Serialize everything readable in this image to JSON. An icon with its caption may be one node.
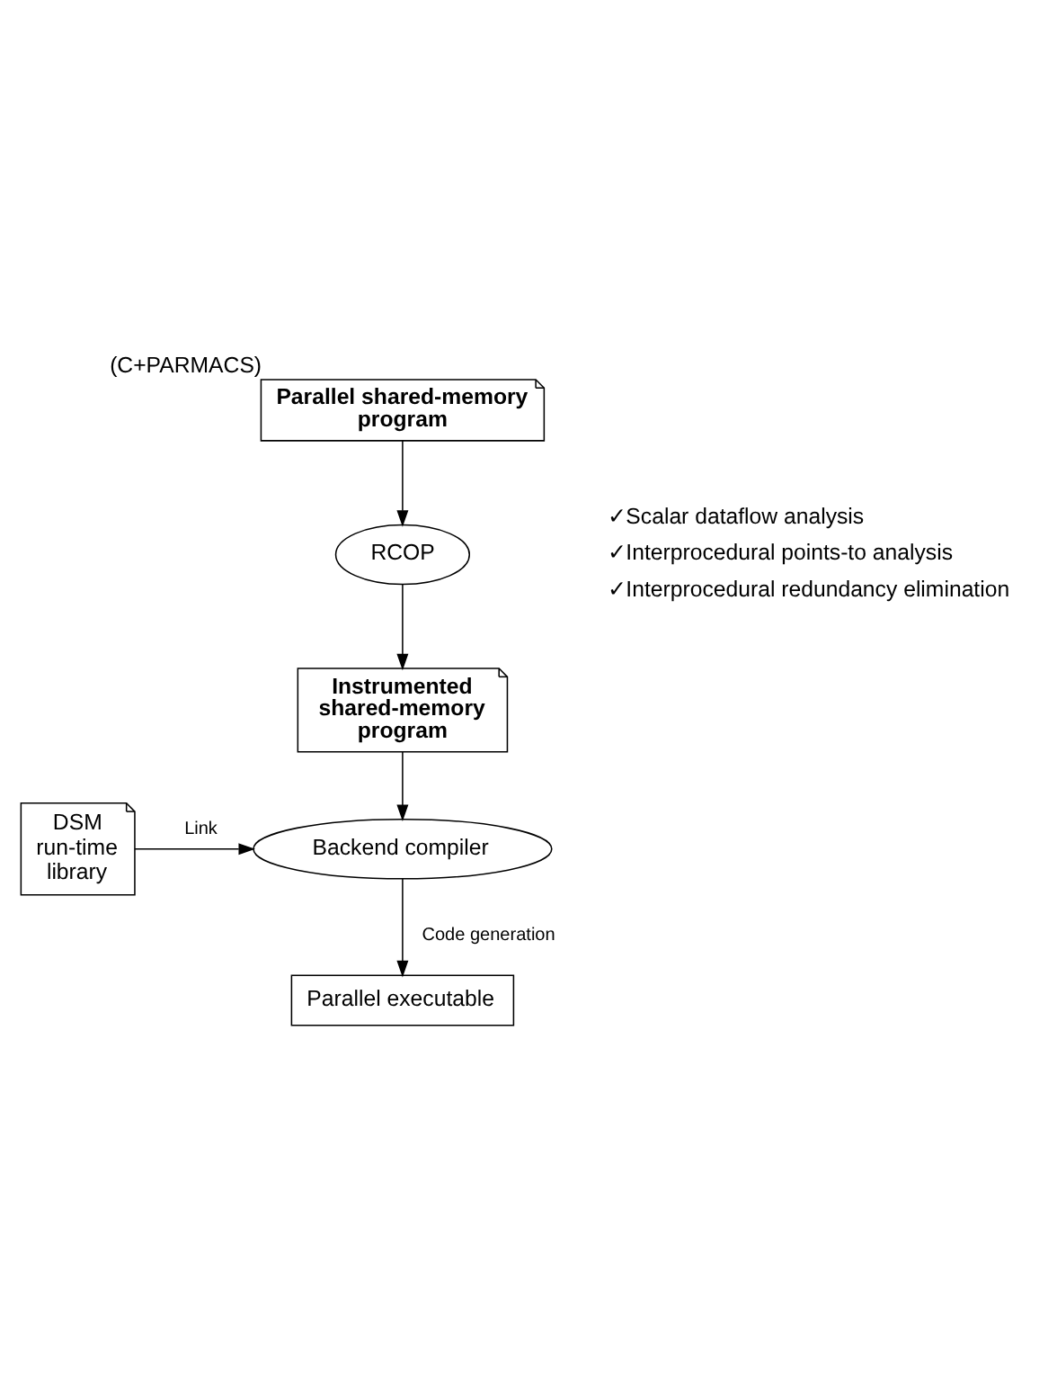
{
  "diagram": {
    "nodes": [
      {
        "text": [
          "Parallel shared-memory program"
        ],
        "beside": [
          "(C+PARMACS)"
        ]
      },
      {
        "text": [
          "RCOP"
        ]
      },
      {
        "text": [
          "Instrumented shared-memory program"
        ]
      },
      {
        "text": [
          "Backend compiler"
        ]
      },
      {
        "text": [
          "DSM run-time library"
        ]
      },
      {
        "text": [
          "Parallel executable"
        ]
      }
    ],
    "edges": [
      {
        "from": 0,
        "to": 1,
        "arrow": "to"
      },
      {
        "from": 1,
        "to": 2,
        "arrow": "to"
      },
      {
        "from": 2,
        "to": 3,
        "arrow": "to"
      },
      {
        "from": 4,
        "to": 3,
        "arrow": "to",
        "label": "Link"
      },
      {
        "from": 3,
        "to": 5,
        "arrow": "to",
        "label": "Code generation"
      }
    ],
    "labels": [
      "✓Scalar dataflow analysis",
      "✓Interprocedural points-to analysis",
      "✓Interprocedural redundancy elimination"
    ]
  }
}
